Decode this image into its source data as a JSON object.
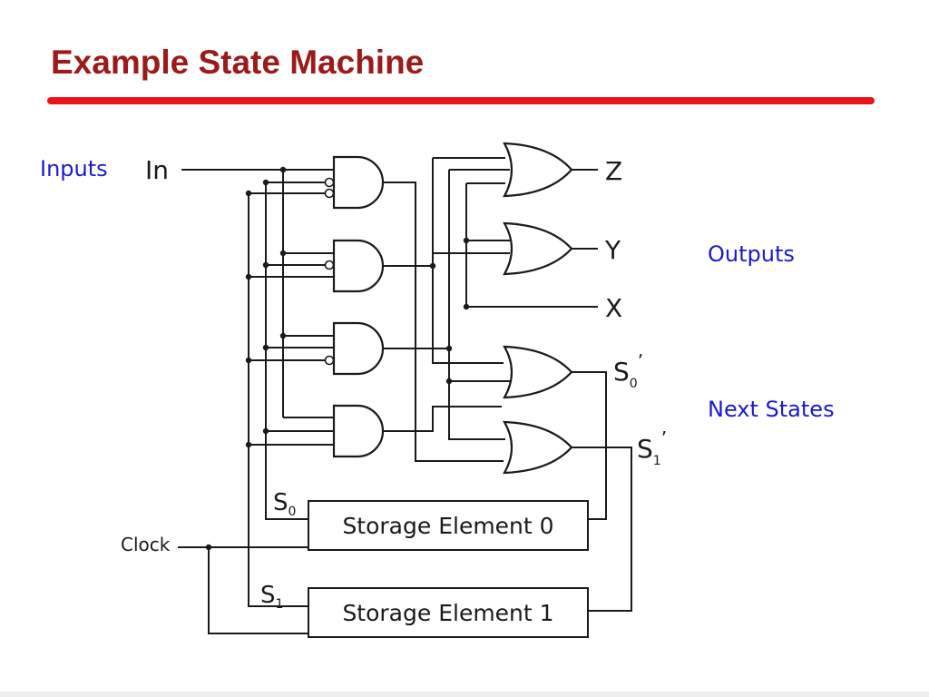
{
  "slide": {
    "title": "Example State Machine",
    "accent_color": "#e8141a",
    "title_color": "#9c1a1a",
    "callout_color": "#1a1ad0"
  },
  "callouts": {
    "inputs": "Inputs",
    "outputs": "Outputs",
    "next_states": "Next States"
  },
  "circuit": {
    "input_label": "In",
    "clock_label": "Clock",
    "outputs": [
      "Z",
      "Y",
      "X"
    ],
    "next_state_0": {
      "base": "S",
      "sub": "0",
      "mark": "’"
    },
    "next_state_1": {
      "base": "S",
      "sub": "1",
      "mark": "’"
    },
    "state_0": {
      "base": "S",
      "sub": "0"
    },
    "state_1": {
      "base": "S",
      "sub": "1"
    },
    "storage_0": "Storage Element 0",
    "storage_1": "Storage Element 1"
  }
}
